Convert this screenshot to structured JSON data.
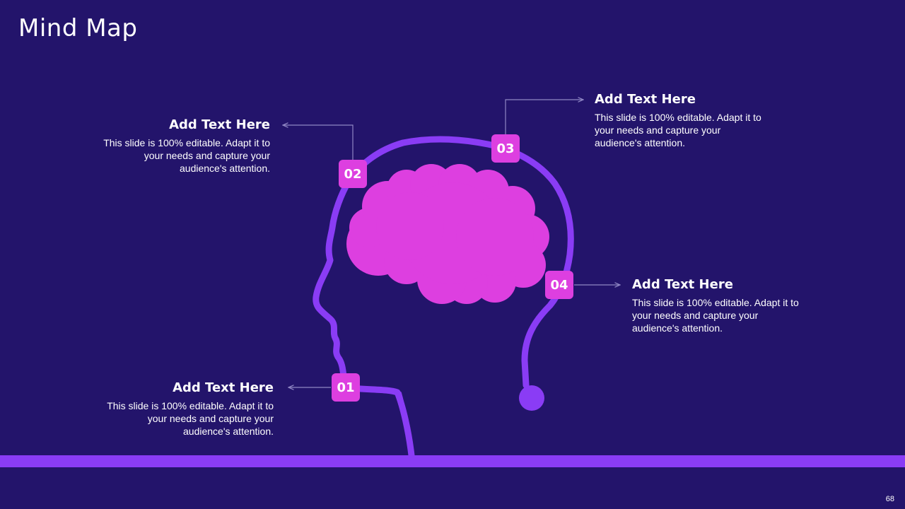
{
  "title": "Mind Map",
  "page_number": "68",
  "colors": {
    "background": "#23146b",
    "head_outline": "#8a3cf5",
    "brain": "#dd3fe0",
    "badge": "#dd3fe0",
    "connector": "#8f86c4"
  },
  "items": [
    {
      "number": "01",
      "heading": "Add Text Here",
      "body": "This slide is 100% editable. Adapt it to your needs and capture your audience's attention."
    },
    {
      "number": "02",
      "heading": "Add Text Here",
      "body": "This slide is 100% editable. Adapt it to your needs and capture your audience's attention."
    },
    {
      "number": "03",
      "heading": "Add Text Here",
      "body": "This slide is 100% editable. Adapt it to your needs and capture your audience's attention."
    },
    {
      "number": "04",
      "heading": "Add Text Here",
      "body": "This slide is 100% editable. Adapt it to your needs and capture your audience's attention."
    }
  ]
}
